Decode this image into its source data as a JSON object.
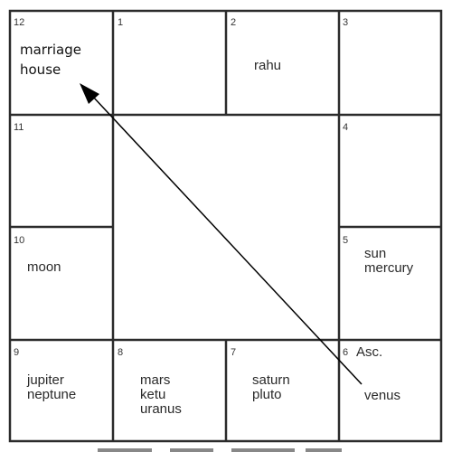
{
  "houses": [
    {
      "number": "12",
      "planets": [
        "marriage",
        "house"
      ]
    },
    {
      "number": "1",
      "planets": []
    },
    {
      "number": "2",
      "planets": [
        "rahu"
      ]
    },
    {
      "number": "3",
      "planets": []
    },
    {
      "number": "11",
      "planets": []
    },
    {
      "number": "4",
      "planets": []
    },
    {
      "number": "10",
      "planets": [
        "moon"
      ]
    },
    {
      "number": "5",
      "planets": [
        "sun",
        "mercury"
      ]
    },
    {
      "number": "9",
      "planets": [
        "jupiter",
        "neptune"
      ]
    },
    {
      "number": "8",
      "planets": [
        "mars",
        "ketu",
        "uranus"
      ]
    },
    {
      "number": "7",
      "planets": [
        "saturn",
        "pluto"
      ]
    },
    {
      "number": "6",
      "planets": [
        "venus"
      ],
      "marker": "Asc."
    }
  ],
  "colors": {
    "lines": "#2b2b2b",
    "arrow": "#000000"
  }
}
